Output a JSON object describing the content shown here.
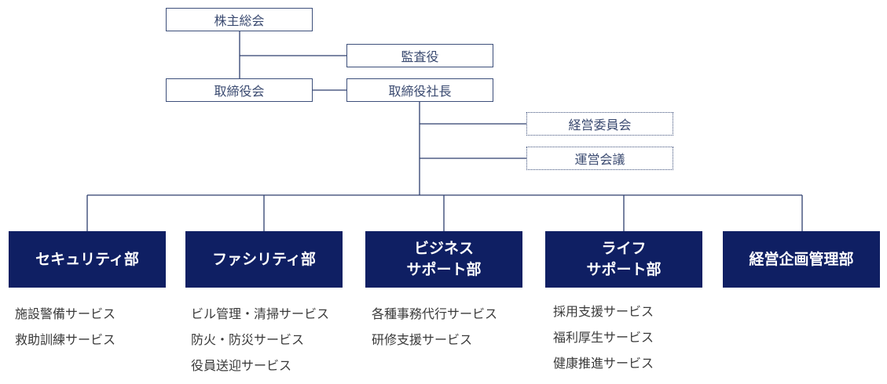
{
  "top": {
    "shareholders": "株主総会",
    "auditor": "監査役",
    "board": "取締役会",
    "president": "取締役社長",
    "management_committee": "経営委員会",
    "operations_meeting": "運営会議"
  },
  "departments": [
    {
      "name_lines": [
        "セキュリティ部"
      ],
      "services": [
        "施設警備サービス",
        "救助訓練サービス"
      ]
    },
    {
      "name_lines": [
        "ファシリティ部"
      ],
      "services": [
        "ビル管理・清掃サービス",
        "防火・防災サービス",
        "役員送迎サービス"
      ]
    },
    {
      "name_lines": [
        "ビジネス",
        "サポート部"
      ],
      "services": [
        "各種事務代行サービス",
        "研修支援サービス"
      ]
    },
    {
      "name_lines": [
        "ライフ",
        "サポート部"
      ],
      "services": [
        "採用支援サービス",
        "福利厚生サービス",
        "健康推進サービス"
      ]
    },
    {
      "name_lines": [
        "経営企画管理部"
      ],
      "services": []
    }
  ],
  "colors": {
    "dept_fill": "#0f1f63",
    "line": "#2e3f6e",
    "box_text": "#3a4a70",
    "service_text": "#3a3a3a"
  }
}
